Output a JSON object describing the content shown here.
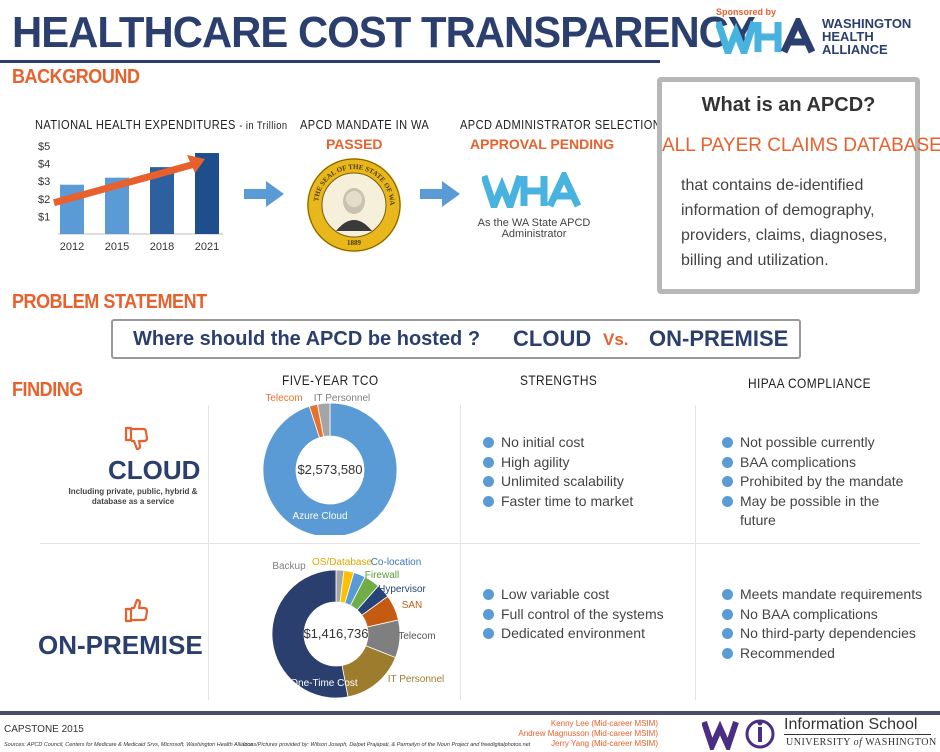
{
  "header": {
    "title": "HEALTHCARE COST TRANSPARENCY",
    "sponsored_by": "Sponsored by",
    "sponsor_name_lines": [
      "WASHINGTON",
      "HEALTH",
      "ALLIANCE"
    ]
  },
  "background": {
    "heading": "BACKGROUND",
    "nhe_title": "NATIONAL HEALTH EXPENDITURES",
    "nhe_unit": "- in Trillion",
    "mandate_title": "APCD MANDATE IN WA",
    "mandate_status": "PASSED",
    "admin_title": "APCD ADMINISTRATOR SELECTION",
    "admin_status": "APPROVAL PENDING",
    "admin_caption_line1": "As the WA State APCD",
    "admin_caption_line2": "Administrator",
    "seal_text_top": "THE SEAL OF THE STATE OF WASHINGTON",
    "seal_year": "1889"
  },
  "chart_data": [
    {
      "type": "bar",
      "title": "NATIONAL HEALTH EXPENDITURES - in Trillion",
      "categories": [
        "2012",
        "2015",
        "2018",
        "2021"
      ],
      "values": [
        2.8,
        3.2,
        3.8,
        4.6
      ],
      "ylim": [
        0,
        5
      ],
      "yticks": [
        "$1",
        "$2",
        "$3",
        "$4",
        "$5"
      ],
      "colors": [
        "#5b9bd5",
        "#5b9bd5",
        "#2e5f9e",
        "#1f4e8c"
      ],
      "trend_arrow_color": "#e8612c"
    },
    {
      "type": "pie",
      "title": "FIVE-YEAR TCO",
      "group": "CLOUD",
      "total": "$2,573,580",
      "labels": [
        "Azure Cloud",
        "Telecom",
        "IT Personnel"
      ],
      "values": [
        0.95,
        0.02,
        0.03
      ],
      "colors": [
        "#5b9bd5",
        "#e8722c",
        "#a5a5a5"
      ]
    },
    {
      "type": "pie",
      "group": "ON-PREMISE",
      "total": "$1,416,736",
      "labels": [
        "Backup",
        "OS/Database",
        "Co-location",
        "Firewall",
        "Hypervisor",
        "SAN",
        "Telecom",
        "IT Personnel",
        "One-Time Cost"
      ],
      "values": [
        0.02,
        0.025,
        0.03,
        0.04,
        0.035,
        0.065,
        0.095,
        0.16,
        0.53
      ],
      "colors": [
        "#a5a5a5",
        "#ffc000",
        "#5b9bd5",
        "#70ad47",
        "#264478",
        "#c55a11",
        "#7f7f7f",
        "#9e7c2e",
        "#2b3f6e"
      ],
      "label_colors": [
        "#7f7f7f",
        "#e0a800",
        "#3a78c0",
        "#5a9a3c",
        "#264478",
        "#c55a11",
        "#555555",
        "#9e7c2e",
        "#ffffff"
      ]
    }
  ],
  "apcd_box": {
    "question": "What is an APCD?",
    "answer_title": "ALL PAYER CLAIMS DATABASE",
    "answer_text": "that contains de-identified information of demography, providers, claims, diagnoses, billing and utilization."
  },
  "problem": {
    "heading": "PROBLEM STATEMENT",
    "question": "Where should the APCD be hosted ?",
    "option_a": "CLOUD",
    "vs": "Vs.",
    "option_b": "ON-PREMISE"
  },
  "finding": {
    "heading": "FINDING",
    "col_tco": "FIVE-YEAR TCO",
    "col_strengths": "STRENGTHS",
    "col_hipaa": "HIPAA COMPLIANCE",
    "cloud": {
      "name": "CLOUD",
      "desc_line1": "Including private, public, hybrid &",
      "desc_line2": "database as a service",
      "strengths": [
        "No initial cost",
        "High agility",
        "Unlimited scalability",
        "Faster time to market"
      ],
      "hipaa": [
        "Not possible currently",
        "BAA complications",
        "Prohibited by the mandate",
        "May be possible in the future"
      ]
    },
    "onprem": {
      "name": "ON-PREMISE",
      "strengths": [
        "Low variable cost",
        "Full control of the systems",
        "Dedicated environment"
      ],
      "hipaa": [
        "Meets mandate requirements",
        "No BAA complications",
        "No third-party dependencies",
        "Recommended"
      ]
    }
  },
  "footer": {
    "capstone": "CAPSTONE 2015",
    "sources": "Sources: APCD Council, Centers for Medicare & Medicaid Srvs, Microsoft, Washington Health Alliance",
    "credits": "Icons/Pictures provided by: Wilson Joseph, Delpet Prajapati, & Parmelyn of the Noun Project and freedigitalphotos.net",
    "authors": [
      "Kenny Lee (Mid-career MSIM)",
      "Andrew Magnusson (Mid-career MSIM)",
      "Jerry Yang (Mid-career MSIM)"
    ],
    "school_name": "Information School",
    "university_prefix": "UNIVERSITY",
    "university_of": "of",
    "university_suffix": "WASHINGTON"
  }
}
